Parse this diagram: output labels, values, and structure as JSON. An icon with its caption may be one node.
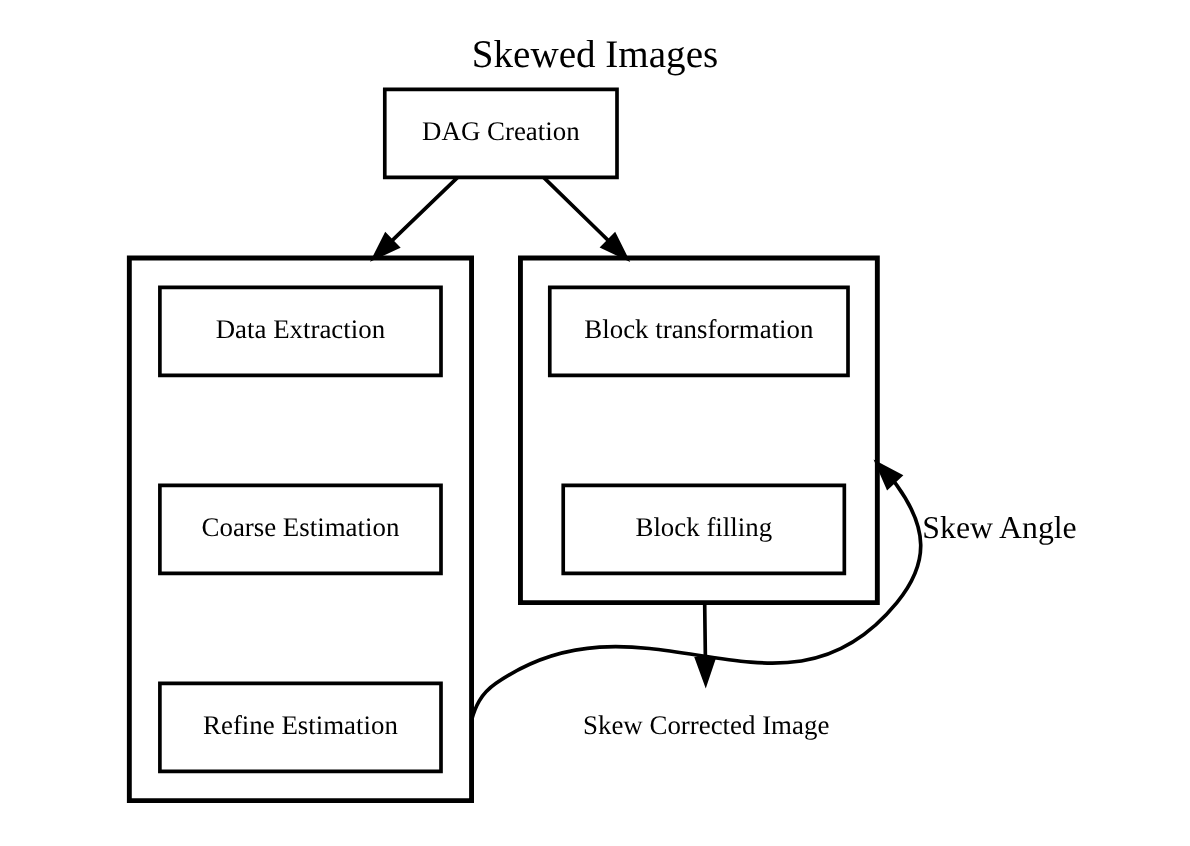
{
  "diagram": {
    "title": "Skewed Images",
    "nodes": [
      {
        "text": [
          "DAG Creation"
        ]
      },
      {
        "text": [],
        "shape": "box"
      },
      {
        "text": [
          "Data Extraction"
        ],
        "in": 1
      },
      {
        "text": [
          "Coarse Estimation"
        ],
        "in": 1
      },
      {
        "text": [
          "Refine Estimation"
        ],
        "in": 1
      },
      {
        "text": [],
        "shape": "box"
      },
      {
        "text": [
          "Block transformation"
        ],
        "in": 5
      },
      {
        "text": [
          "Block filling"
        ],
        "in": 5
      },
      {
        "text": [
          "Skew Corrected Image"
        ]
      }
    ],
    "edges": [
      {
        "from": 0,
        "to": 1,
        "arrow": "to"
      },
      {
        "from": 0,
        "to": 5,
        "arrow": "to"
      },
      {
        "from": 1,
        "to": 5,
        "arrow": "to",
        "label": "Skew Angle"
      },
      {
        "from": 5,
        "to": 8,
        "arrow": "to"
      }
    ]
  }
}
